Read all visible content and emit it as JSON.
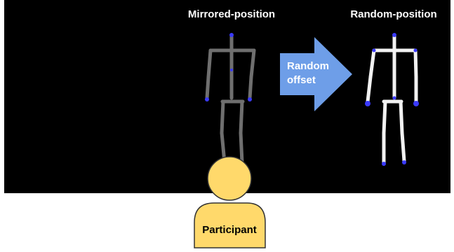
{
  "labels": {
    "mirrored": "Mirrored-position",
    "random": "Random-position",
    "arrow_line1": "Random",
    "arrow_line2": "offset",
    "participant": "Participant"
  },
  "colors": {
    "screen_background": "#000000",
    "mirrored_skeleton": "#6f6f6f",
    "random_skeleton": "#f2f2f2",
    "joint": "#3a3aff",
    "arrow_fill": "#6e9ee8",
    "participant_fill": "#ffd96b",
    "participant_stroke": "#333333"
  }
}
